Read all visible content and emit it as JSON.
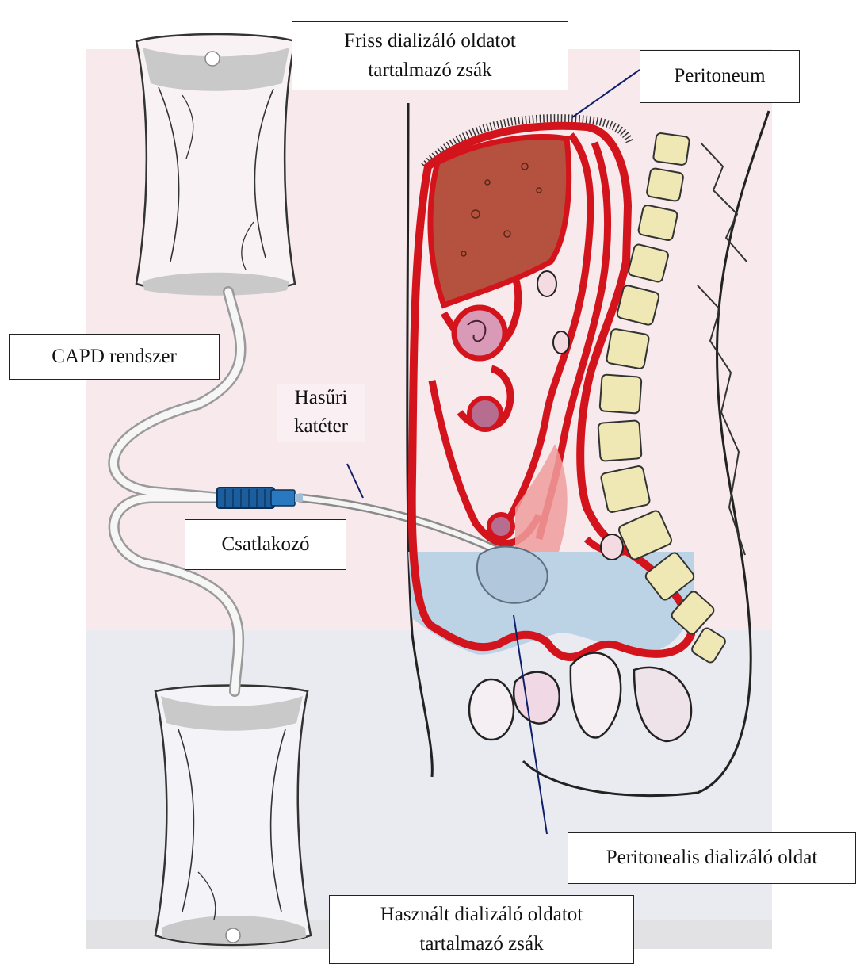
{
  "labels": {
    "fresh_bag": [
      "Friss dializáló oldatot",
      "tartalmazó zsák"
    ],
    "peritoneum": "Peritoneum",
    "capd_system": "CAPD rendszer",
    "catheter": [
      "Hasűri",
      "katéter"
    ],
    "connector": "Csatlakozó",
    "peritoneal_solution": "Peritonealis dializáló oldat",
    "used_bag": [
      "Használt dializáló oldatot",
      "tartalmazó zsák"
    ]
  },
  "colors": {
    "peritoneum_red": "#d4141c",
    "liver": "#b5523f",
    "dialysate_fluid": "#bcd3e6",
    "vertebra": "#efe8b4",
    "connector_blue": "#2a78c0",
    "background_pink": "#f7e9ec",
    "background_blue": "#e3eaf3"
  }
}
